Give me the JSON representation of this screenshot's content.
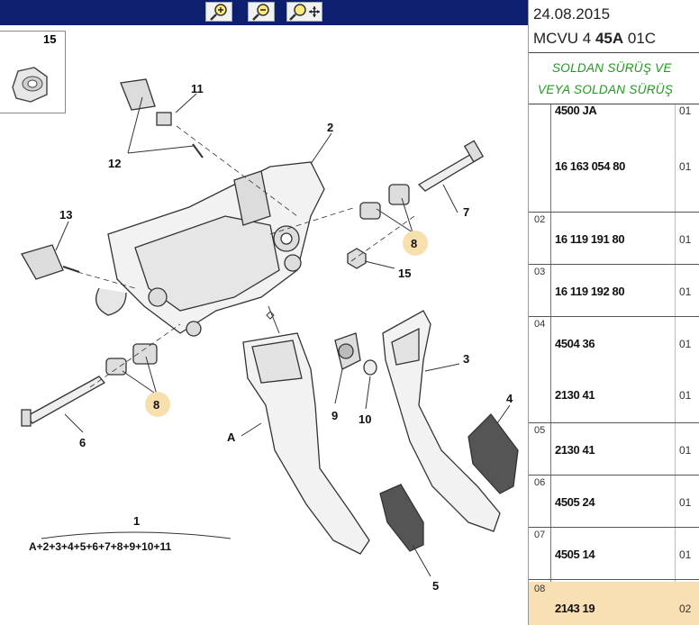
{
  "toolbar": {
    "zoom_in_icon": "zoom-in",
    "zoom_out_icon": "zoom-out",
    "zoom_fit_icon": "zoom-fit"
  },
  "diagram": {
    "inset_label": "15",
    "callouts": {
      "c1": "1",
      "c2": "2",
      "c3": "3",
      "c4": "4",
      "c5": "5",
      "c6": "6",
      "c7": "7",
      "c8a": "8",
      "c8b": "8",
      "c9": "9",
      "c10": "10",
      "c11": "11",
      "c12": "12",
      "c13": "13",
      "c15": "15",
      "cA": "A"
    },
    "formula": "A+2+3+4+5+6+7+8+9+10+11",
    "highlight_color": "#f8dfae"
  },
  "panel": {
    "date": "24.08.2015",
    "model_prefix": "MCVU 4 ",
    "model_bold": "45A",
    "model_suffix": " 01C",
    "note_1": "SOLDAN SÜRÜŞ VE",
    "note_2": "VEYA SOLDAN SÜRÜŞ",
    "rows": [
      {
        "idx": "",
        "refs": [
          "4500 JA",
          "16 163 054 80"
        ],
        "qty": [
          "01",
          "01"
        ]
      },
      {
        "idx": "02",
        "refs": [
          "16 119 191 80"
        ],
        "qty": [
          "01"
        ]
      },
      {
        "idx": "03",
        "refs": [
          "16 119 192 80"
        ],
        "qty": [
          "01"
        ]
      },
      {
        "idx": "04",
        "refs": [
          "4504 36",
          "2130 41"
        ],
        "qty": [
          "01",
          "01"
        ]
      },
      {
        "idx": "05",
        "refs": [
          "2130 41"
        ],
        "qty": [
          "01"
        ]
      },
      {
        "idx": "06",
        "refs": [
          "4505 24"
        ],
        "qty": [
          "01"
        ]
      },
      {
        "idx": "07",
        "refs": [
          "4505 14"
        ],
        "qty": [
          "01"
        ]
      },
      {
        "idx": "08",
        "refs": [
          "2143 19"
        ],
        "qty": [
          "02"
        ]
      }
    ]
  }
}
